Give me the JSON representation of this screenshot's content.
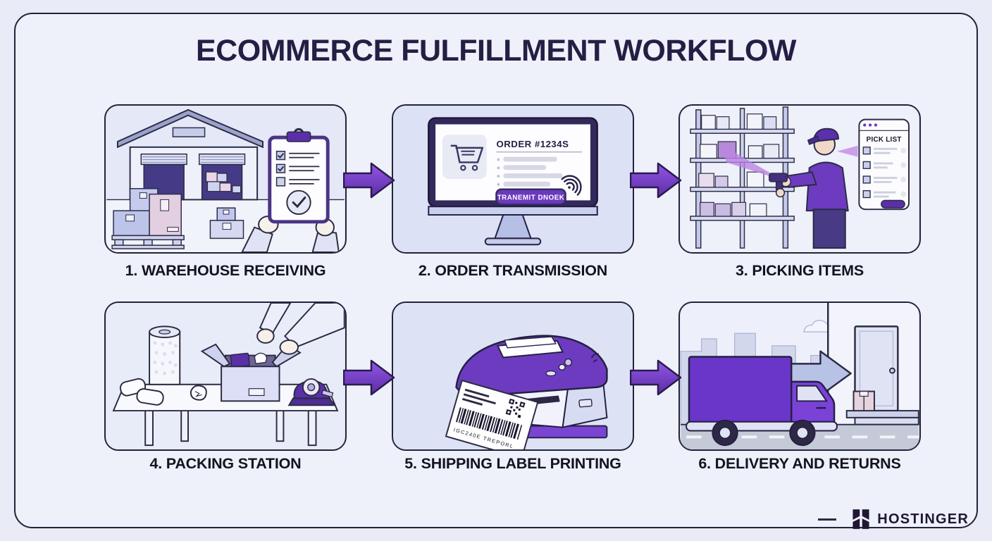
{
  "title": "ECOMMERCE FULFILLMENT WORKFLOW",
  "steps": [
    {
      "label": "1. WAREHOUSE RECEIVING"
    },
    {
      "label": "2. ORDER TRANSMISSION",
      "screen": {
        "order_heading": "ORDER #1234S",
        "transmit_button": "TRANEMIT DNOEK"
      }
    },
    {
      "label": "3. PICKING ITEMS",
      "pick_list": {
        "title": "PICK LIST"
      }
    },
    {
      "label": "4. PACKING STATION"
    },
    {
      "label": "5. SHIPPING LABEL PRINTING",
      "shipping_label": {
        "barcode_text": "IGC240E TREPORL"
      }
    },
    {
      "label": "6. DELIVERY AND RETURNS"
    }
  ],
  "footer": {
    "brand": "HOSTINGER"
  },
  "colors": {
    "background": "#e9ebf7",
    "panel_fill": "#e2e6f7",
    "outline": "#23233a",
    "accent_purple": "#6d3bbf",
    "deep_purple": "#5b2fa8",
    "arrow_purple": "#7737c8",
    "ink": "#141420"
  }
}
